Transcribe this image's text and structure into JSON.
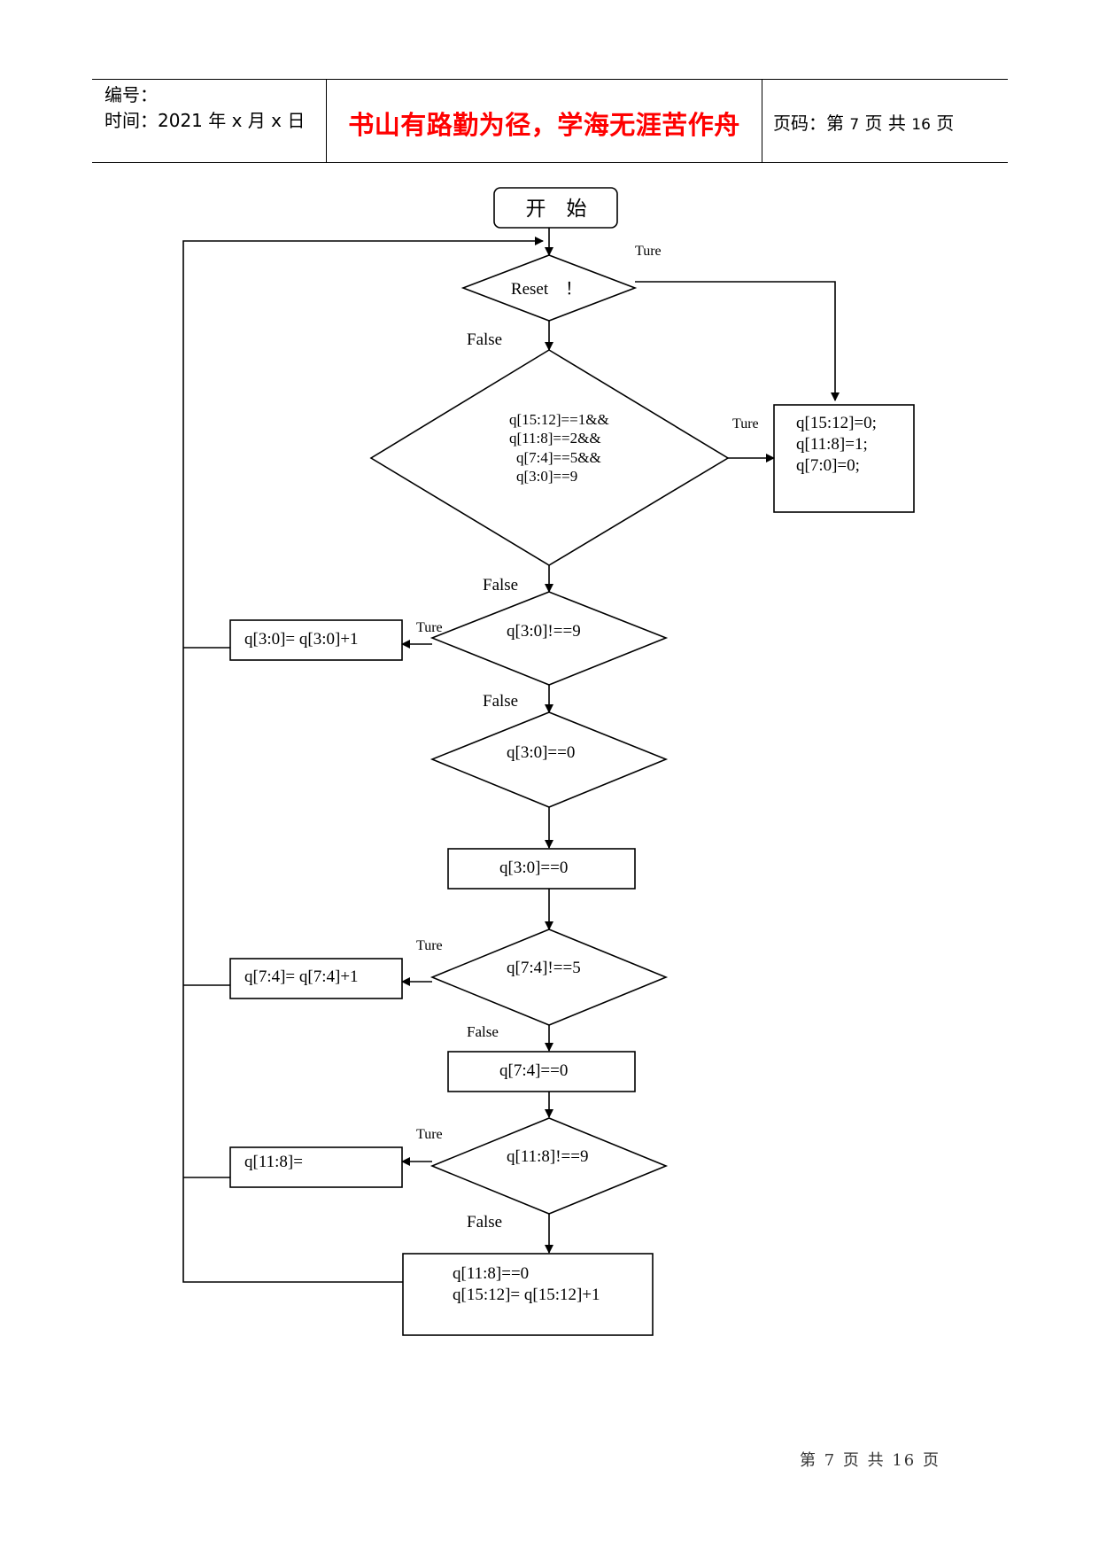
{
  "header": {
    "serial_label": "编号：",
    "time_label": "时间：2021 年 x 月 x 日",
    "motto": "书山有路勤为径，学海无涯苦作舟",
    "page_prefix": "页码：第 ",
    "page_num": "7",
    "page_mid": " 页  共 ",
    "page_total": "16",
    "page_suffix": " 页"
  },
  "flowchart": {
    "start": "开　始",
    "decision_reset": "Reset　！",
    "decision_max": [
      "q[15:12]==1&&",
      "q[11:8]==2&&",
      "q[7:4]==5&&",
      "q[3:0]==9"
    ],
    "box_reset": [
      "q[15:12]=0;",
      "q[11:8]=1;",
      "q[7:0]=0;"
    ],
    "decision_d1": "q[3:0]!==9",
    "box_inc_d1": "q[3:0]= q[3:0]+1",
    "decision_d1_zero": "q[3:0]==0",
    "box_d1_zero": "q[3:0]==0",
    "decision_d2": "q[7:4]!==5",
    "box_inc_d2": "q[7:4]= q[7:4]+1",
    "box_d2_zero": "q[7:4]==0",
    "decision_d3": "q[11:8]!==9",
    "box_inc_d3": "q[11:8]=",
    "box_final": [
      "q[11:8]==0",
      "q[15:12]= q[15:12]+1"
    ],
    "labels": {
      "true": "Ture",
      "false": "False"
    }
  },
  "footer": {
    "text": "第 7 页 共 16 页"
  }
}
